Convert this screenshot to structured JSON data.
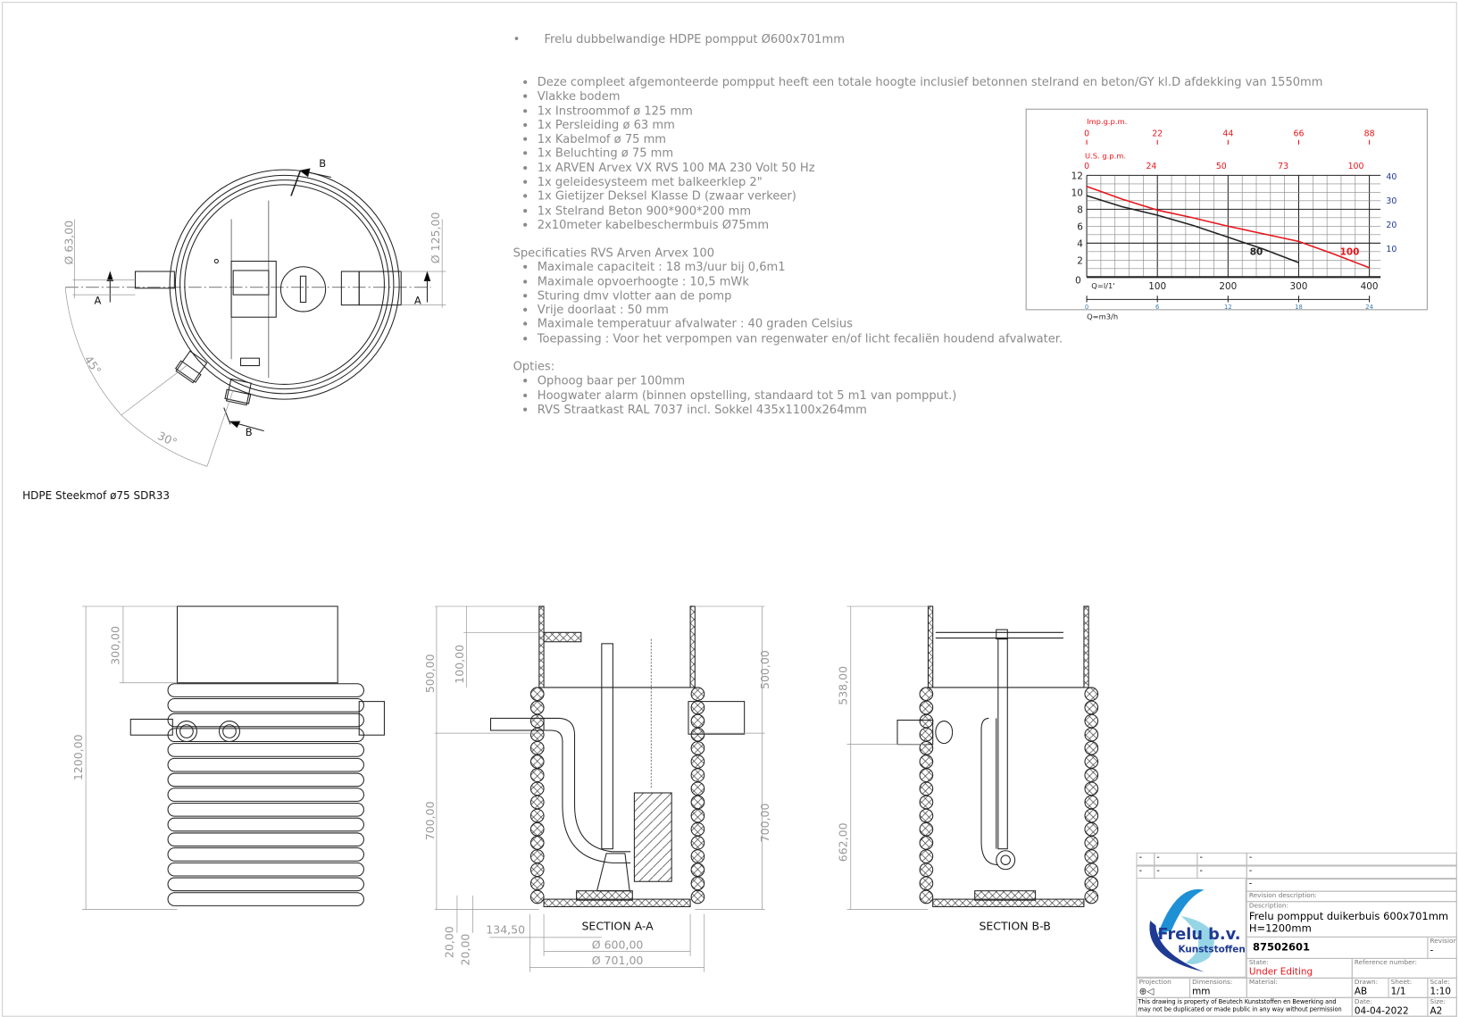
{
  "header_bullet": "Frelu dubbelwandige HDPE pompput Ø600x701mm",
  "features": [
    "Deze compleet afgemonteerde pompput heeft een totale hoogte inclusief betonnen stelrand en beton/GY kl.D afdekking van 1550mm",
    "Vlakke bodem",
    "1x Instroommof ø 125 mm",
    "1x Persleiding ø 63 mm",
    "1x Kabelmof ø 75 mm",
    "1x Beluchting ø 75 mm",
    "1x ARVEN Arvex VX RVS 100 MA 230 Volt 50 Hz",
    "1x geleidesysteem met balkeerklep 2\"",
    "1x Gietijzer Deksel Klasse D (zwaar verkeer)",
    "1x Stelrand Beton 900*900*200 mm",
    "2x10meter kabelbeschermbuis Ø75mm"
  ],
  "specs": {
    "title": "Specificaties RVS Arven Arvex 100",
    "items": [
      "Maximale capaciteit : 18 m3/uur bij 0,6m1",
      "Maximale opvoerhoogte : 10,5 mWk",
      "Sturing dmv vlotter aan de pomp",
      "Vrije doorlaat : 50 mm",
      "Maximale temperatuur afvalwater : 40 graden Celsius",
      "Toepassing : Voor het verpompen van regenwater en/of licht fecaliën houdend afvalwater."
    ]
  },
  "options": {
    "title": "Opties:",
    "items": [
      "Ophoog baar per 100mm",
      "Hoogwater alarm (binnen opstelling, standaard tot 5 m1 van pompput.)",
      "RVS Straatkast RAL 7037 incl. Sokkel 435x1100x264mm"
    ]
  },
  "top_view": {
    "dim_left": "Ø 63,00",
    "dim_right": "Ø 125,00",
    "section_a": "A",
    "section_b": "B",
    "angle1": "45°",
    "angle2": "30°",
    "caption": "HDPE Steekmof ø75 SDR33"
  },
  "side_view": {
    "dim_top": "300,00",
    "dim_total": "1200,00"
  },
  "section_aa": {
    "title": "SECTION A-A",
    "dim_500_left": "500,00",
    "dim_100": "100,00",
    "dim_700_left": "700,00",
    "dim_500_right": "500,00",
    "dim_700_right": "700,00",
    "dim_20a": "20,00",
    "dim_20b": "20,00",
    "dim_134": "134,50",
    "dim_600": "Ø 600,00",
    "dim_701": "Ø 701,00"
  },
  "section_bb": {
    "title": "SECTION B-B",
    "dim_538": "538,00",
    "dim_662": "662,00"
  },
  "chart_data": {
    "type": "line",
    "title": "",
    "xlabel": "Q=l/1'",
    "x2label": "Q=m3/h",
    "top_axis1_label": "Imp.g.p.m.",
    "top_axis1_ticks": [
      "0",
      "22",
      "44",
      "66",
      "88"
    ],
    "top_axis2_label": "U.S. g.p.m.",
    "top_axis2_ticks": [
      "0",
      "24",
      "50",
      "73",
      "100"
    ],
    "xlim": [
      0,
      400
    ],
    "ylim": [
      0,
      12
    ],
    "x_ticks": [
      0,
      100,
      200,
      300,
      400
    ],
    "x_tick_labels": [
      "0",
      "100",
      "200",
      "300",
      "400"
    ],
    "y_ticks": [
      2,
      4,
      6,
      8,
      10,
      12
    ],
    "y_tick_labels": [
      "2",
      "4",
      "6",
      "8",
      "10",
      "12"
    ],
    "m3h_ticks": [
      "0",
      "6",
      "12",
      "18",
      "24"
    ],
    "right_axis_ticks": [
      "10",
      "20",
      "30",
      "40"
    ],
    "grid": true,
    "series": [
      {
        "name": "80",
        "color": "#222222",
        "x": [
          0,
          50,
          100,
          150,
          200,
          250,
          300
        ],
        "y": [
          9.6,
          8.3,
          7.3,
          6.1,
          4.7,
          3.3,
          1.7
        ]
      },
      {
        "name": "100",
        "color": "#e8151b",
        "x": [
          0,
          50,
          100,
          150,
          200,
          250,
          300,
          350,
          400
        ],
        "y": [
          10.7,
          9.2,
          7.9,
          7.0,
          6.0,
          5.1,
          4.2,
          2.7,
          1.1
        ]
      }
    ]
  },
  "title_block": {
    "rev_rows": [
      [
        "-",
        "-",
        "-",
        "-"
      ],
      [
        "-",
        "-",
        "-",
        "-"
      ],
      [
        "",
        "",
        "",
        "-"
      ]
    ],
    "revision_description_label": "Revision description:",
    "description_label": "Description:",
    "description_line1": "Frelu pompput duikerbuis 600x701mm",
    "description_line2": "H=1200mm",
    "drawing_number": "87502601",
    "revision_label": "Revision:",
    "revision_value": "-",
    "state_label": "State:",
    "state_value": "Under Editing",
    "reference_label": "Reference number:",
    "projection_label": "Projection",
    "dimensions_label": "Dimensions:",
    "dimensions_value": "mm",
    "material_label": "Material:",
    "drawn_label": "Drawn:",
    "drawn_value": "AB",
    "sheet_label": "Sheet:",
    "sheet_value": "1/1",
    "scale_label": "Scale:",
    "scale_value": "1:10",
    "disclaimer": "This drawing is property of Beutech Kunststoffen en Bewerking and may not be duplicated or made public in any way without permission",
    "date_label": "Date:",
    "date_value": "04-04-2022",
    "size_label": "Size:",
    "size_value": "A2",
    "logo_text": "Frelu b.v.",
    "logo_sub": "Kunststoffen",
    "state_color": "#e8151b",
    "logo_color": "#1f3a93"
  }
}
